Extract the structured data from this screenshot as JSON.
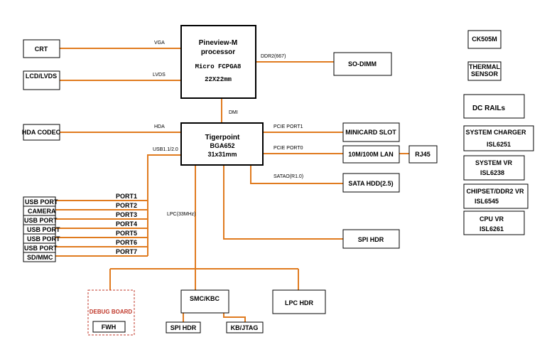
{
  "boxes": {
    "crt": "CRT",
    "lcd": "LCD/LVDS",
    "hda_codec": "HDA CODEC",
    "cpu_line1": "Pineview-M",
    "cpu_line2": "processor",
    "cpu_line3": "Micro FCPGA8",
    "cpu_line4": "22X22mm",
    "sodimm": "SO-DIMM",
    "pch_line1": "Tigerpoint",
    "pch_line2": "BGA652",
    "pch_line3": "31x31mm",
    "minicard": "MINICARD SLOT",
    "lan": "10M/100M LAN",
    "rj45": "RJ45",
    "sata_hdd": "SATA HDD(2.5)",
    "spi_hdr_right": "SPI HDR",
    "smc": "SMC/KBC",
    "lpc_hdr": "LPC HDR",
    "spi_hdr_bottom": "SPI HDR",
    "kbjtag": "KB/JTAG",
    "debug_board": "DEBUG BOARD",
    "fwh": "FWH",
    "ck505m": "CK505M",
    "thermal_line1": "THERMAL",
    "thermal_line2": "SENSOR",
    "dc_rails": "DC RAILs",
    "charger_line1": "SYSTEM CHARGER",
    "charger_line2": "ISL6251",
    "sysvr_line1": "SYSTEM VR",
    "sysvr_line2": "ISL6238",
    "chipset_line1": "CHIPSET/DDR2 VR",
    "chipset_line2": "ISL6545",
    "cpuvr_line1": "CPU VR",
    "cpuvr_line2": "ISL6261"
  },
  "usb_devices": [
    "USB PORT",
    "CAMERA",
    "USB PORT",
    "USB PORT",
    "USB PORT",
    "USB PORT",
    "SD/MMC"
  ],
  "ports": [
    "PORT1",
    "PORT2",
    "PORT3",
    "PORT4",
    "PORT5",
    "PORT6",
    "PORT7"
  ],
  "buses": {
    "vga": "VGA",
    "lvds": "LVDS",
    "ddr2": "DDR2(667)",
    "dmi": "DMI",
    "hda": "HDA",
    "usb": "USB1.1/2.0",
    "pcie1": "PCIE PORT1",
    "pcie0": "PCIE PORT0",
    "sata": "SATAO(R1.0)",
    "lpc": "LPC(33MHz)"
  },
  "colors": {
    "wire": "#e07b1f",
    "debug": "#c0392b",
    "box_stroke": "#000000"
  }
}
